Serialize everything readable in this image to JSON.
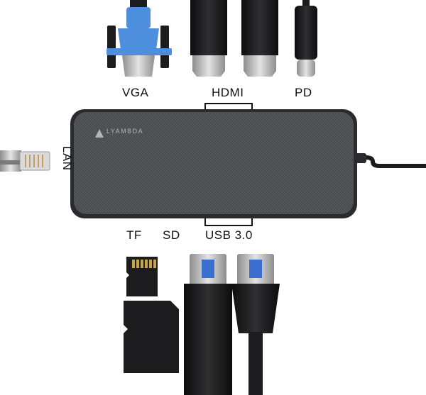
{
  "ports": {
    "vga": "VGA",
    "hdmi": "HDMI",
    "pd": "PD",
    "lan": "LAN",
    "tf": "TF",
    "sd": "SD",
    "usb": "USB 3.0"
  },
  "brand": {
    "name": "LYAMBDA"
  },
  "colors": {
    "hub_body": "#4a4b4f",
    "hub_border": "#2a2b2e",
    "vga_blue": "#4d8fdd",
    "usb_blue": "#3a6fd0",
    "connector_black": "#1c1c1e",
    "metal": "#c9c9c9"
  }
}
